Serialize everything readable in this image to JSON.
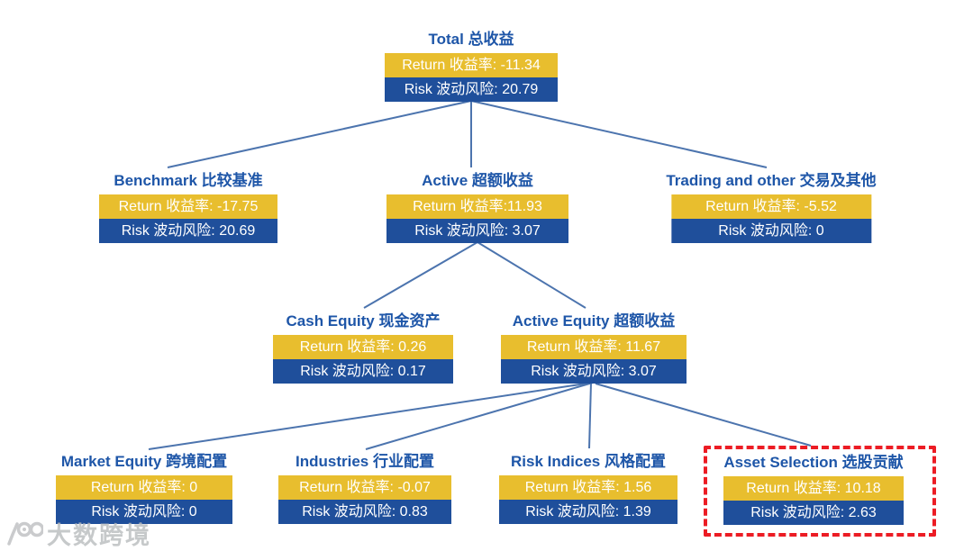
{
  "diagram": {
    "nodes": {
      "total": {
        "title": "Total 总收益",
        "return": "Return 收益率: -11.34",
        "risk": "Risk 波动风险: 20.79"
      },
      "benchmark": {
        "title": "Benchmark 比较基准",
        "return": "Return 收益率: -17.75",
        "risk": "Risk 波动风险: 20.69"
      },
      "active": {
        "title": "Active 超额收益",
        "return": "Return 收益率:11.93",
        "risk": "Risk 波动风险: 3.07"
      },
      "trading": {
        "title": "Trading and other 交易及其他",
        "return": "Return 收益率: -5.52",
        "risk": "Risk 波动风险: 0"
      },
      "cash_equity": {
        "title": "Cash Equity 现金资产",
        "return": "Return 收益率: 0.26",
        "risk": "Risk 波动风险: 0.17"
      },
      "active_equity": {
        "title": "Active Equity 超额收益",
        "return": "Return 收益率: 11.67",
        "risk": "Risk 波动风险: 3.07"
      },
      "market_equity": {
        "title": "Market Equity 跨境配置",
        "return": "Return 收益率: 0",
        "risk": "Risk 波动风险: 0"
      },
      "industries": {
        "title": "Industries 行业配置",
        "return": "Return 收益率: -0.07",
        "risk": "Risk 波动风险: 0.83"
      },
      "risk_indices": {
        "title": "Risk Indices 风格配置",
        "return": "Return 收益率: 1.56",
        "risk": "Risk 波动风险: 1.39"
      },
      "asset_selection": {
        "title": "Asset Selection 选股贡献",
        "return": "Return 收益率: 10.18",
        "risk": "Risk 波动风险: 2.63",
        "highlighted": true
      }
    },
    "edges": [
      {
        "from": "total",
        "to": "benchmark"
      },
      {
        "from": "total",
        "to": "active"
      },
      {
        "from": "total",
        "to": "trading"
      },
      {
        "from": "active",
        "to": "cash_equity"
      },
      {
        "from": "active",
        "to": "active_equity"
      },
      {
        "from": "active_equity",
        "to": "market_equity"
      },
      {
        "from": "active_equity",
        "to": "industries"
      },
      {
        "from": "active_equity",
        "to": "risk_indices"
      },
      {
        "from": "active_equity",
        "to": "asset_selection"
      }
    ],
    "colors": {
      "return_bg": "#E8BE2E",
      "risk_bg": "#1F4F9B",
      "title_color": "#1E56A8",
      "line_color": "#4C74AE",
      "highlight": "#EC1C24",
      "watermark": "#B9BCBE"
    },
    "watermark": {
      "text": "大数跨境"
    }
  }
}
